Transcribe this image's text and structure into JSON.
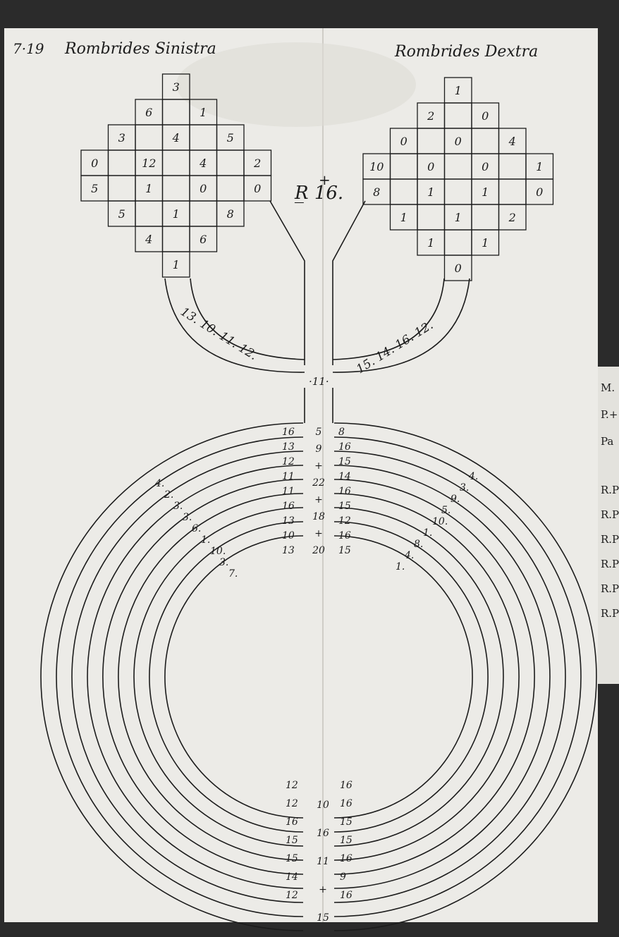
{
  "headers": {
    "page_number": "7·19",
    "left_title": "Rombrides Sinistra",
    "right_title": "Rombrides Dextra",
    "center_mark": "R̲ 16."
  },
  "left_grid": {
    "cells": [
      {
        "r": 0,
        "c": 3,
        "t": "3"
      },
      {
        "r": 1,
        "c": 2,
        "t": "6"
      },
      {
        "r": 1,
        "c": 3,
        "t": ""
      },
      {
        "r": 1,
        "c": 4,
        "t": "1"
      },
      {
        "r": 2,
        "c": 1,
        "t": "3"
      },
      {
        "r": 2,
        "c": 2,
        "t": ""
      },
      {
        "r": 2,
        "c": 3,
        "t": "4"
      },
      {
        "r": 2,
        "c": 4,
        "t": ""
      },
      {
        "r": 2,
        "c": 5,
        "t": "5"
      },
      {
        "r": 3,
        "c": 0,
        "t": "0"
      },
      {
        "r": 3,
        "c": 1,
        "t": ""
      },
      {
        "r": 3,
        "c": 2,
        "t": "12"
      },
      {
        "r": 3,
        "c": 3,
        "t": ""
      },
      {
        "r": 3,
        "c": 4,
        "t": "4"
      },
      {
        "r": 3,
        "c": 5,
        "t": ""
      },
      {
        "r": 3,
        "c": 6,
        "t": "2"
      },
      {
        "r": 4,
        "c": 0,
        "t": "5"
      },
      {
        "r": 4,
        "c": 1,
        "t": ""
      },
      {
        "r": 4,
        "c": 2,
        "t": "1"
      },
      {
        "r": 4,
        "c": 3,
        "t": ""
      },
      {
        "r": 4,
        "c": 4,
        "t": "0"
      },
      {
        "r": 4,
        "c": 5,
        "t": ""
      },
      {
        "r": 4,
        "c": 6,
        "t": "0"
      },
      {
        "r": 5,
        "c": 1,
        "t": "5"
      },
      {
        "r": 5,
        "c": 2,
        "t": ""
      },
      {
        "r": 5,
        "c": 3,
        "t": "1"
      },
      {
        "r": 5,
        "c": 4,
        "t": ""
      },
      {
        "r": 5,
        "c": 5,
        "t": "8"
      },
      {
        "r": 6,
        "c": 2,
        "t": "4"
      },
      {
        "r": 6,
        "c": 3,
        "t": ""
      },
      {
        "r": 6,
        "c": 4,
        "t": "6"
      },
      {
        "r": 7,
        "c": 3,
        "t": "1"
      }
    ]
  },
  "right_grid": {
    "cells": [
      {
        "r": 0,
        "c": 3,
        "t": "1"
      },
      {
        "r": 1,
        "c": 2,
        "t": "2"
      },
      {
        "r": 1,
        "c": 3,
        "t": ""
      },
      {
        "r": 1,
        "c": 4,
        "t": "0"
      },
      {
        "r": 2,
        "c": 1,
        "t": "0"
      },
      {
        "r": 2,
        "c": 2,
        "t": ""
      },
      {
        "r": 2,
        "c": 3,
        "t": "0"
      },
      {
        "r": 2,
        "c": 4,
        "t": ""
      },
      {
        "r": 2,
        "c": 5,
        "t": "4"
      },
      {
        "r": 3,
        "c": 0,
        "t": "10"
      },
      {
        "r": 3,
        "c": 1,
        "t": ""
      },
      {
        "r": 3,
        "c": 2,
        "t": "0"
      },
      {
        "r": 3,
        "c": 3,
        "t": ""
      },
      {
        "r": 3,
        "c": 4,
        "t": "0"
      },
      {
        "r": 3,
        "c": 5,
        "t": ""
      },
      {
        "r": 3,
        "c": 6,
        "t": "1"
      },
      {
        "r": 4,
        "c": 0,
        "t": "8"
      },
      {
        "r": 4,
        "c": 1,
        "t": ""
      },
      {
        "r": 4,
        "c": 2,
        "t": "1"
      },
      {
        "r": 4,
        "c": 3,
        "t": ""
      },
      {
        "r": 4,
        "c": 4,
        "t": "1"
      },
      {
        "r": 4,
        "c": 5,
        "t": ""
      },
      {
        "r": 4,
        "c": 6,
        "t": "0"
      },
      {
        "r": 5,
        "c": 1,
        "t": "1"
      },
      {
        "r": 5,
        "c": 2,
        "t": ""
      },
      {
        "r": 5,
        "c": 3,
        "t": "1"
      },
      {
        "r": 5,
        "c": 4,
        "t": ""
      },
      {
        "r": 5,
        "c": 5,
        "t": "2"
      },
      {
        "r": 6,
        "c": 2,
        "t": "1"
      },
      {
        "r": 6,
        "c": 3,
        "t": ""
      },
      {
        "r": 6,
        "c": 4,
        "t": "1"
      },
      {
        "r": 7,
        "c": 3,
        "t": "0"
      }
    ]
  },
  "arms": {
    "left": "13. 10. 11. 12.",
    "right": "15. 14. 16. 12.",
    "junction": "·11·"
  },
  "rings": {
    "center_labels": [
      "5",
      "9",
      "+",
      "22",
      "+",
      "18",
      "+",
      "20"
    ],
    "left_top": [
      "16",
      "13",
      "12",
      "11",
      "11",
      "16",
      "13",
      "10",
      "13"
    ],
    "right_top": [
      "8",
      "16",
      "15",
      "14",
      "16",
      "15",
      "12",
      "16",
      "15"
    ],
    "left_arc": [
      "4.",
      "2.",
      "3.",
      "3.",
      "6.",
      "1.",
      "10.",
      "3.",
      "7."
    ],
    "right_arc": [
      "4.",
      "3.",
      "9.",
      "5.",
      "10.",
      "1.",
      "8.",
      "4.",
      "1."
    ],
    "bottom_center": [
      "10",
      "16",
      "11",
      "+",
      "15"
    ],
    "bottom_left": [
      "12",
      "12",
      "16",
      "15",
      "15",
      "14",
      "12"
    ],
    "bottom_right": [
      "16",
      "16",
      "15",
      "15",
      "16",
      "9",
      "16"
    ]
  },
  "margin_fragments": [
    "M.",
    "P.+",
    "Pa",
    "R.P",
    "R.P",
    "R.P",
    "R.P",
    "R.P",
    "R.P"
  ]
}
